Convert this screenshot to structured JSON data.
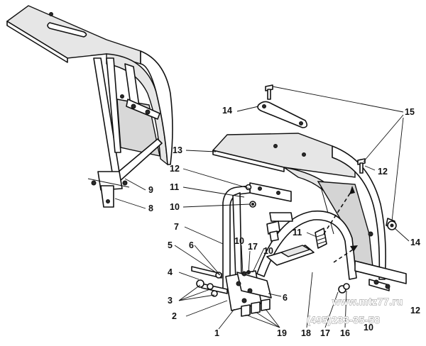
{
  "callouts": {
    "c1": "1",
    "c2": "2",
    "c3": "3",
    "c4": "4",
    "c5": "5",
    "c6a": "6",
    "c6b": "6",
    "c7": "7",
    "c8": "8",
    "c9": "9",
    "c10a": "10",
    "c10b": "10",
    "c10c": "10",
    "c10d": "10",
    "c11a": "11",
    "c11b": "11",
    "c12a": "12",
    "c12b": "12",
    "c12c": "12",
    "c13": "13",
    "c14a": "14",
    "c14b": "14",
    "c15": "15",
    "c16": "16",
    "c17a": "17",
    "c17b": "17",
    "c18": "18",
    "c19": "19"
  },
  "watermark": {
    "site": "www.mtz77.ru",
    "phone": "(495)233-35-58"
  }
}
